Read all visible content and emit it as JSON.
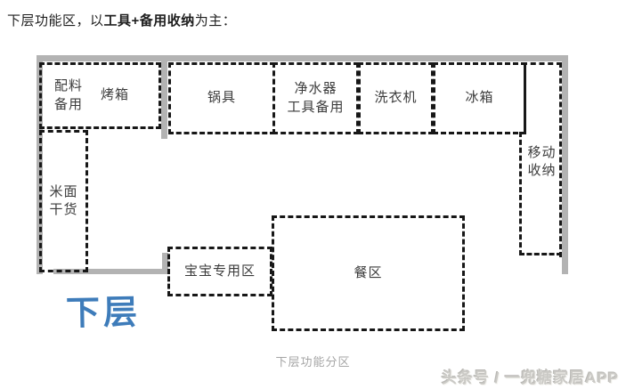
{
  "title": {
    "prefix": "下层功能区，以",
    "bold": "工具+备用收纳",
    "suffix": "为主："
  },
  "plan": {
    "rooms": {
      "ingredients": {
        "line1": "配料",
        "line2": "备用"
      },
      "oven": {
        "label": "烤箱"
      },
      "pots": {
        "label": "锅具"
      },
      "purifier": {
        "line1": "净水器",
        "line2": "工具备用"
      },
      "washer": {
        "label": "洗衣机"
      },
      "fridge": {
        "label": "冰箱"
      },
      "mobile_storage": {
        "line1": "移动",
        "line2": "收纳"
      },
      "rice_dry_goods": {
        "line1": "米面",
        "line2": "干货"
      },
      "baby_zone": {
        "label": "宝宝专用区"
      },
      "dining": {
        "label": "餐区"
      }
    }
  },
  "floor_label": "下层",
  "caption": "下层功能分区",
  "watermark": "头条号 / 一兜糖家居APP",
  "colors": {
    "wall_gray": "#b3b3b3",
    "dash_black": "#171717",
    "floor_label_blue": "#3e7cba",
    "caption_gray": "#a6a6a6",
    "watermark_gray": "#cbcac6"
  }
}
